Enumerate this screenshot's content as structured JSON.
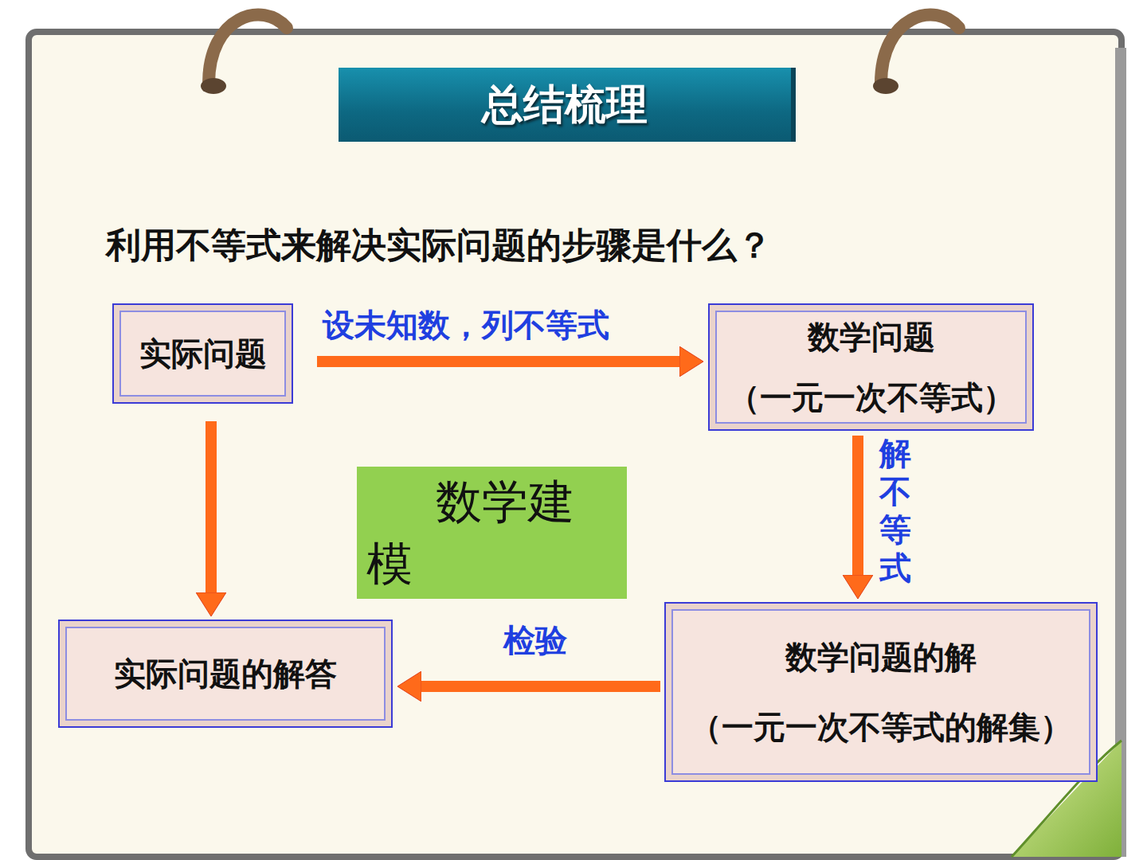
{
  "diagram": {
    "title": "总结梳理",
    "nodes": [
      {
        "text": [
          "实际问题"
        ]
      },
      {
        "text": [
          "数学问题",
          "（一元一次不等式）"
        ]
      },
      {
        "text": [
          "数学建模"
        ]
      },
      {
        "text": [
          "实际问题的解答"
        ]
      },
      {
        "text": [
          "数学问题的解",
          "（一元一次不等式的解集）"
        ]
      }
    ],
    "edges": [
      {
        "from": 0,
        "to": 1,
        "arrow": "to",
        "label": "设未知数，列不等式"
      },
      {
        "from": 1,
        "to": 4,
        "arrow": "to",
        "label": "解不等式"
      },
      {
        "from": 4,
        "to": 3,
        "arrow": "to",
        "label": "检验"
      },
      {
        "from": 0,
        "to": 3,
        "arrow": "to"
      }
    ],
    "labels": [
      "利用不等式来解决实际问题的步骤是什么？"
    ]
  }
}
